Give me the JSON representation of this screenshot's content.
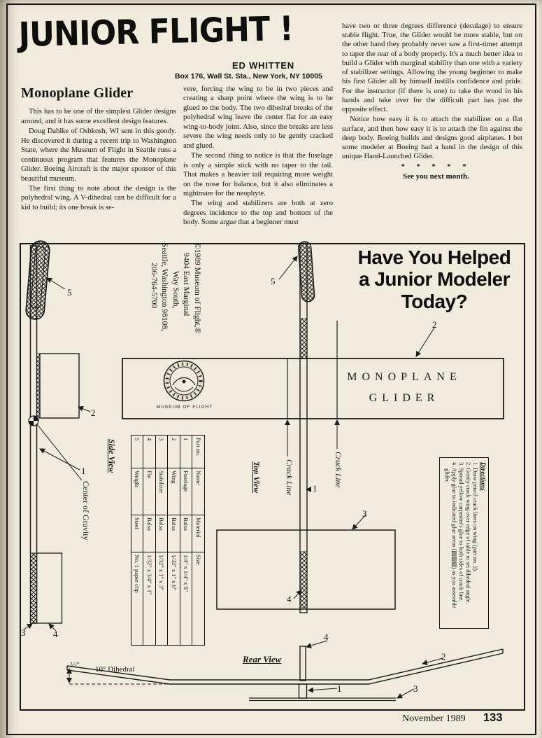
{
  "masthead": {
    "title": "JUNIOR FLIGHT !",
    "author": "ED WHITTEN",
    "address": "Box 176, Wall St. Sta., New York, NY 10005"
  },
  "article": {
    "heading": "Monoplane Glider",
    "col1_p1": "This has to be one of the simplest Glider designs around, and it has some excellent design features.",
    "col1_p2": "Doug Dahlke of Oshkosh, WI sent in this goody. He discovered it during a recent trip to Washington State, where the Museum of Flight in Seattle runs a continuous program that features the Monoplane Glider. Boeing Aircraft is the major sponsor of this beautiful museum.",
    "col1_p3": "The first thing to note about the design is the polyhedral wing. A V-dihedral can be difficult for a kid to build; its one break is se-",
    "col2_p1": "vere, forcing the wing to be in two pieces and creating a sharp point where the wing is to be glued to the body. The two dihedral breaks of the polyhedral wing leave the center flat for an easy wing-to-body joint. Also, since the breaks are less severe the wing needs only to be gently cracked and glued.",
    "col2_p2": "The second thing to notice is that the fuselage is only a simple stick with no taper to the tail. That makes a heavier tail requiring more weight on the nose for balance, but it also eliminates a nightmare for the neophyte.",
    "col2_p3": "The wing and stabilizers are both at zero degrees incidence to the top and bottom of the body. Some argue that a beginner must",
    "col3_p1": "have two or three degrees difference (decalage) to ensure stable flight. True, the Glider would be more stable, but on the other hand they probably never saw a first-timer attempt to taper the rear of a body properly. It's a much better idea to build a Glider with marginal stability than one with a variety of stabilizer settings. Allowing the young beginner to make his first Glider all by himself instills confidence and pride. For the instructor (if there is one) to take the wood in his hands and take over for the difficult part has just the opposite effect.",
    "col3_p2": "Notice how easy it is to attach the stabilizer on a flat surface, and then how easy it is to attach the fin against the deep body. Boeing builds and designs good airplanes. I bet some modeler at Boeing had a hand in the design of this unique Hand-Launched Glider.",
    "stars": "* * * * *",
    "signoff": "See you next month."
  },
  "promo": {
    "line1": "Have You Helped",
    "line2": "a Junior Modeler",
    "line3": "Today?"
  },
  "plan": {
    "title_line1": "MONOPLANE",
    "title_line2": "GLIDER",
    "logo_caption": "MUSEUM OF FLIGHT",
    "copyright_lines": [
      "©1989 Museum of Flight,®",
      "9404 East Marginal",
      "Way South,",
      "Seattle, Washington 98108,",
      "206-764-5700"
    ],
    "labels": {
      "side_view": "Side View",
      "top_view": "Top View",
      "rear_view": "Rear View",
      "crack_line": "Crack Line",
      "center_of_gravity": "Center of Gravity",
      "dihedral_height": "½\"",
      "dihedral_angle": "10° Dihedral"
    },
    "callouts": {
      "c1": "1",
      "c2": "2",
      "c3": "3",
      "c4": "4",
      "c5": "5"
    },
    "parts_table": {
      "headers": [
        "Part no.",
        "Name",
        "Material",
        "Size"
      ],
      "rows": [
        [
          "1",
          "Fuselage",
          "Balsa",
          "1/4\" x 1/4\" x 6\""
        ],
        [
          "2",
          "Wing",
          "Balsa",
          "1/32\" x 1\" x 6\""
        ],
        [
          "3",
          "Stabilizer",
          "Balsa",
          "1/32\" x 1\" x 3\""
        ],
        [
          "4",
          "Fin",
          "Balsa",
          "1/32\" x 3/4\" x 1\""
        ],
        [
          "5",
          "Weight",
          "Steel",
          "No. 1 paper clip"
        ]
      ]
    },
    "directions": {
      "title": "Directions",
      "items": [
        "1. Draw pencil crack lines on wing (part no. 2).",
        "2. Gently crack wing over edge of table to set dihedral angle.",
        "3. Spread yellow carpenter's glue to both sides of crack line.",
        "4. Apply glue to indicated glue areas (▨▨▨) as you assemble glider."
      ]
    }
  },
  "footer": {
    "date": "November 1989",
    "page": "133"
  }
}
